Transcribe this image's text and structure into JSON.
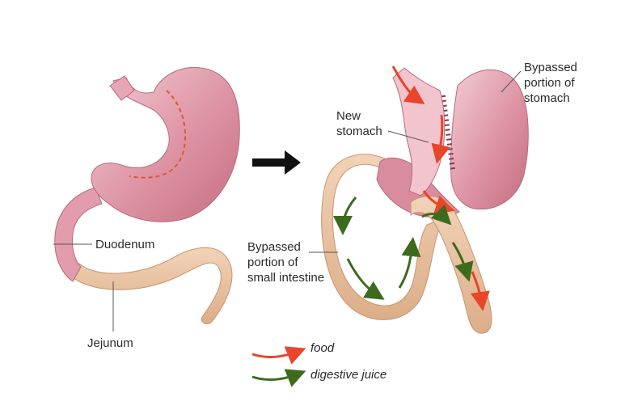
{
  "labels": {
    "duodenum": "Duodenum",
    "jejunum": "Jejunum",
    "new_stomach_line1": "New",
    "new_stomach_line2": "stomach",
    "bypassed_stomach_line1": "Bypassed",
    "bypassed_stomach_line2": "portion of",
    "bypassed_stomach_line3": "stomach",
    "bypassed_intestine_line1": "Bypassed",
    "bypassed_intestine_line2": "portion of",
    "bypassed_intestine_line3": "small intestine"
  },
  "legend": {
    "food": "food",
    "digestive_juice": "digestive juice"
  },
  "colors": {
    "stomach": "#d9899a",
    "stomach_light": "#f1c6cf",
    "intestine": "#eac3a2",
    "food_arrow": "#e8452a",
    "juice_arrow": "#3d6b1e",
    "staple_line": "#8a3a4e",
    "cut_line": "#e0572e",
    "transition_arrow": "#111111"
  },
  "icons": {
    "transition": "right-arrow-icon"
  }
}
